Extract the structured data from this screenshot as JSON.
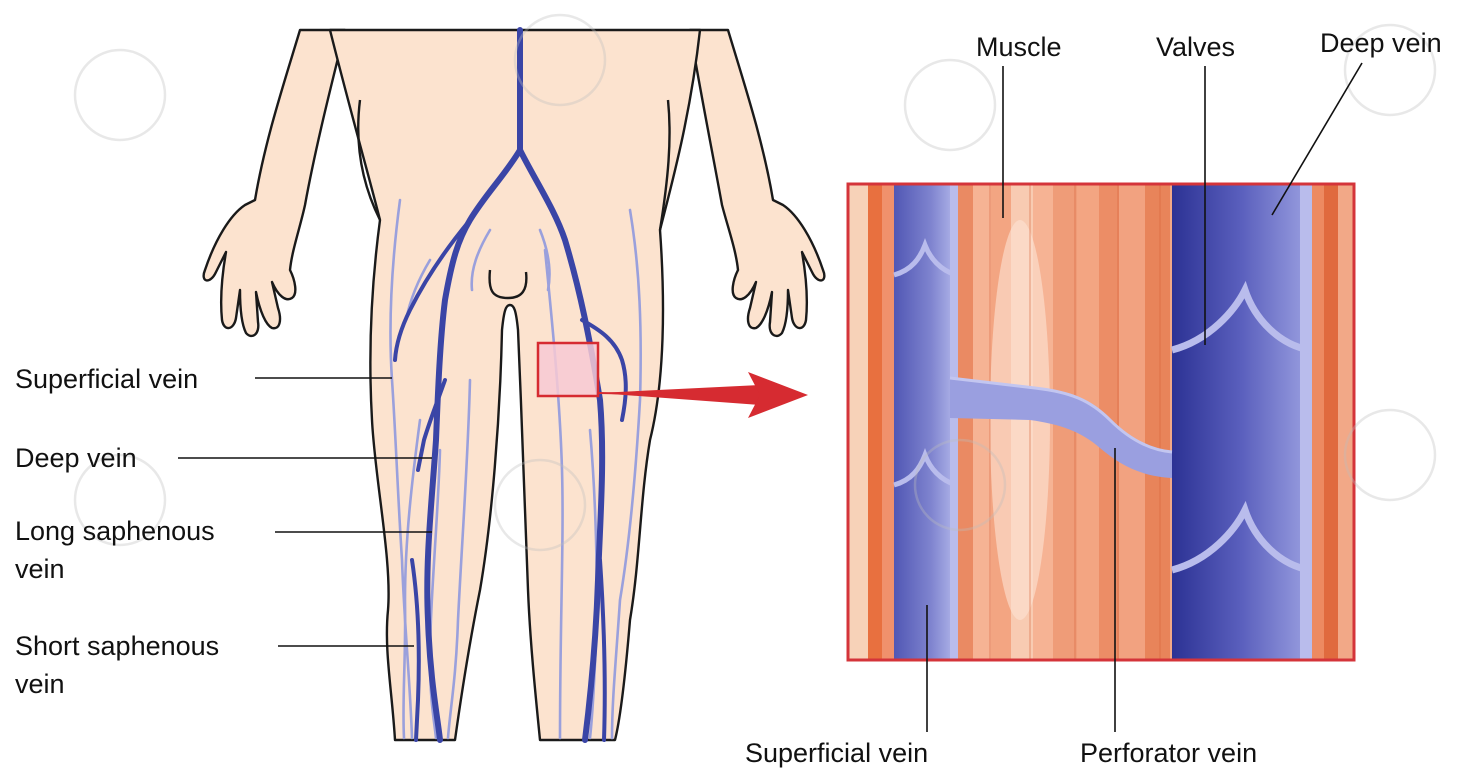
{
  "labels_left": {
    "superficial_vein": "Superficial vein",
    "deep_vein": "Deep vein",
    "long_saphenous_line1": "Long saphenous",
    "long_saphenous_line2": "vein",
    "short_saphenous_line1": "Short saphenous",
    "short_saphenous_line2": "vein"
  },
  "labels_inset": {
    "muscle": "Muscle",
    "valves": "Valves",
    "deep_vein": "Deep vein",
    "superficial_vein": "Superficial vein",
    "perforator_vein": "Perforator vein"
  },
  "colors": {
    "skin": "#fce3cf",
    "deep_vein": "#3a45a6",
    "superficial_vein": "#9aa0dc",
    "muscle": "#ee9a77",
    "muscle_dark": "#e06a3e",
    "inset_border": "#d4343a",
    "arrow": "#d62b31",
    "highlight_box": "#f7c9d3"
  }
}
